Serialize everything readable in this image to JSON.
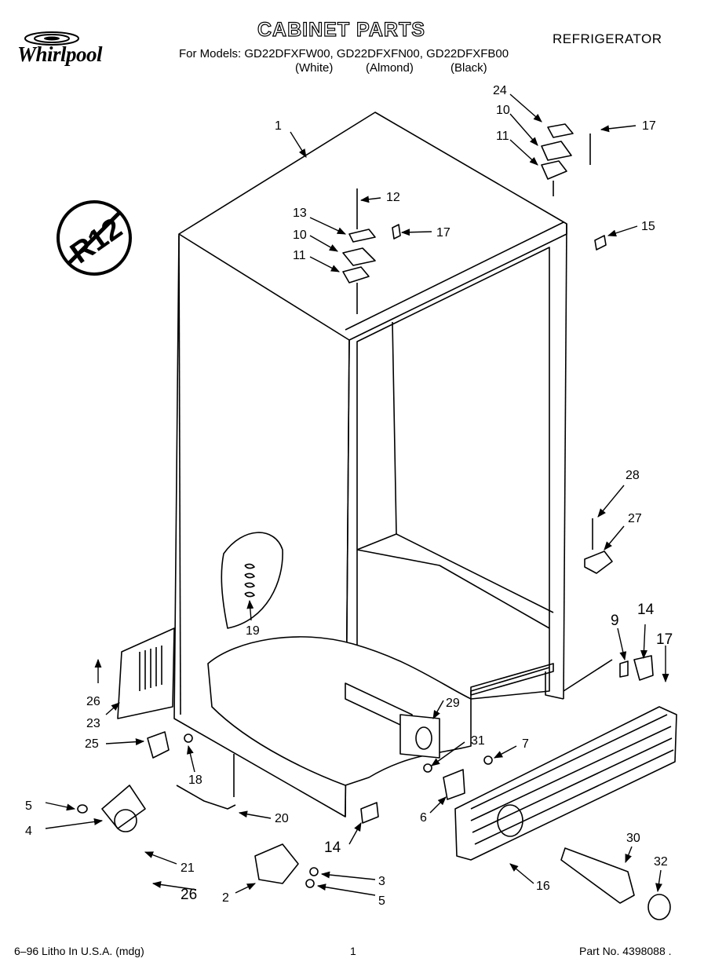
{
  "header": {
    "brand": "Whirlpool",
    "title": "CABINET PARTS",
    "appliance": "REFRIGERATOR",
    "models_line": "For Models: GD22DFXFW00, GD22DFXFN00, GD22DFXFB00",
    "colors": [
      "(White)",
      "(Almond)",
      "(Black)"
    ]
  },
  "badge": {
    "text": "R12",
    "icon": "no-r12-symbol"
  },
  "callouts": {
    "c1": "1",
    "c24": "24",
    "c10a": "10",
    "c11a": "11",
    "c17a": "17",
    "c12": "12",
    "c13": "13",
    "c10b": "10",
    "c11b": "11",
    "c17b": "17",
    "c15": "15",
    "c28": "28",
    "c27": "27",
    "c19": "19",
    "c9": "9",
    "c14a": "14",
    "c17c": "17",
    "c26a": "26",
    "c23": "23",
    "c29": "29",
    "c25": "25",
    "c18": "18",
    "c31": "31",
    "c7": "7",
    "c5a": "5",
    "c4": "4",
    "c20": "20",
    "c6": "6",
    "c14b": "14",
    "c21": "21",
    "c16": "16",
    "c30": "30",
    "c32": "32",
    "c3": "3",
    "c2": "2",
    "c5b": "5",
    "c26b": "26"
  },
  "footer": {
    "left": "6–96 Litho In U.S.A. (mdg)",
    "page": "1",
    "part_no": "Part No. 4398088 ."
  }
}
